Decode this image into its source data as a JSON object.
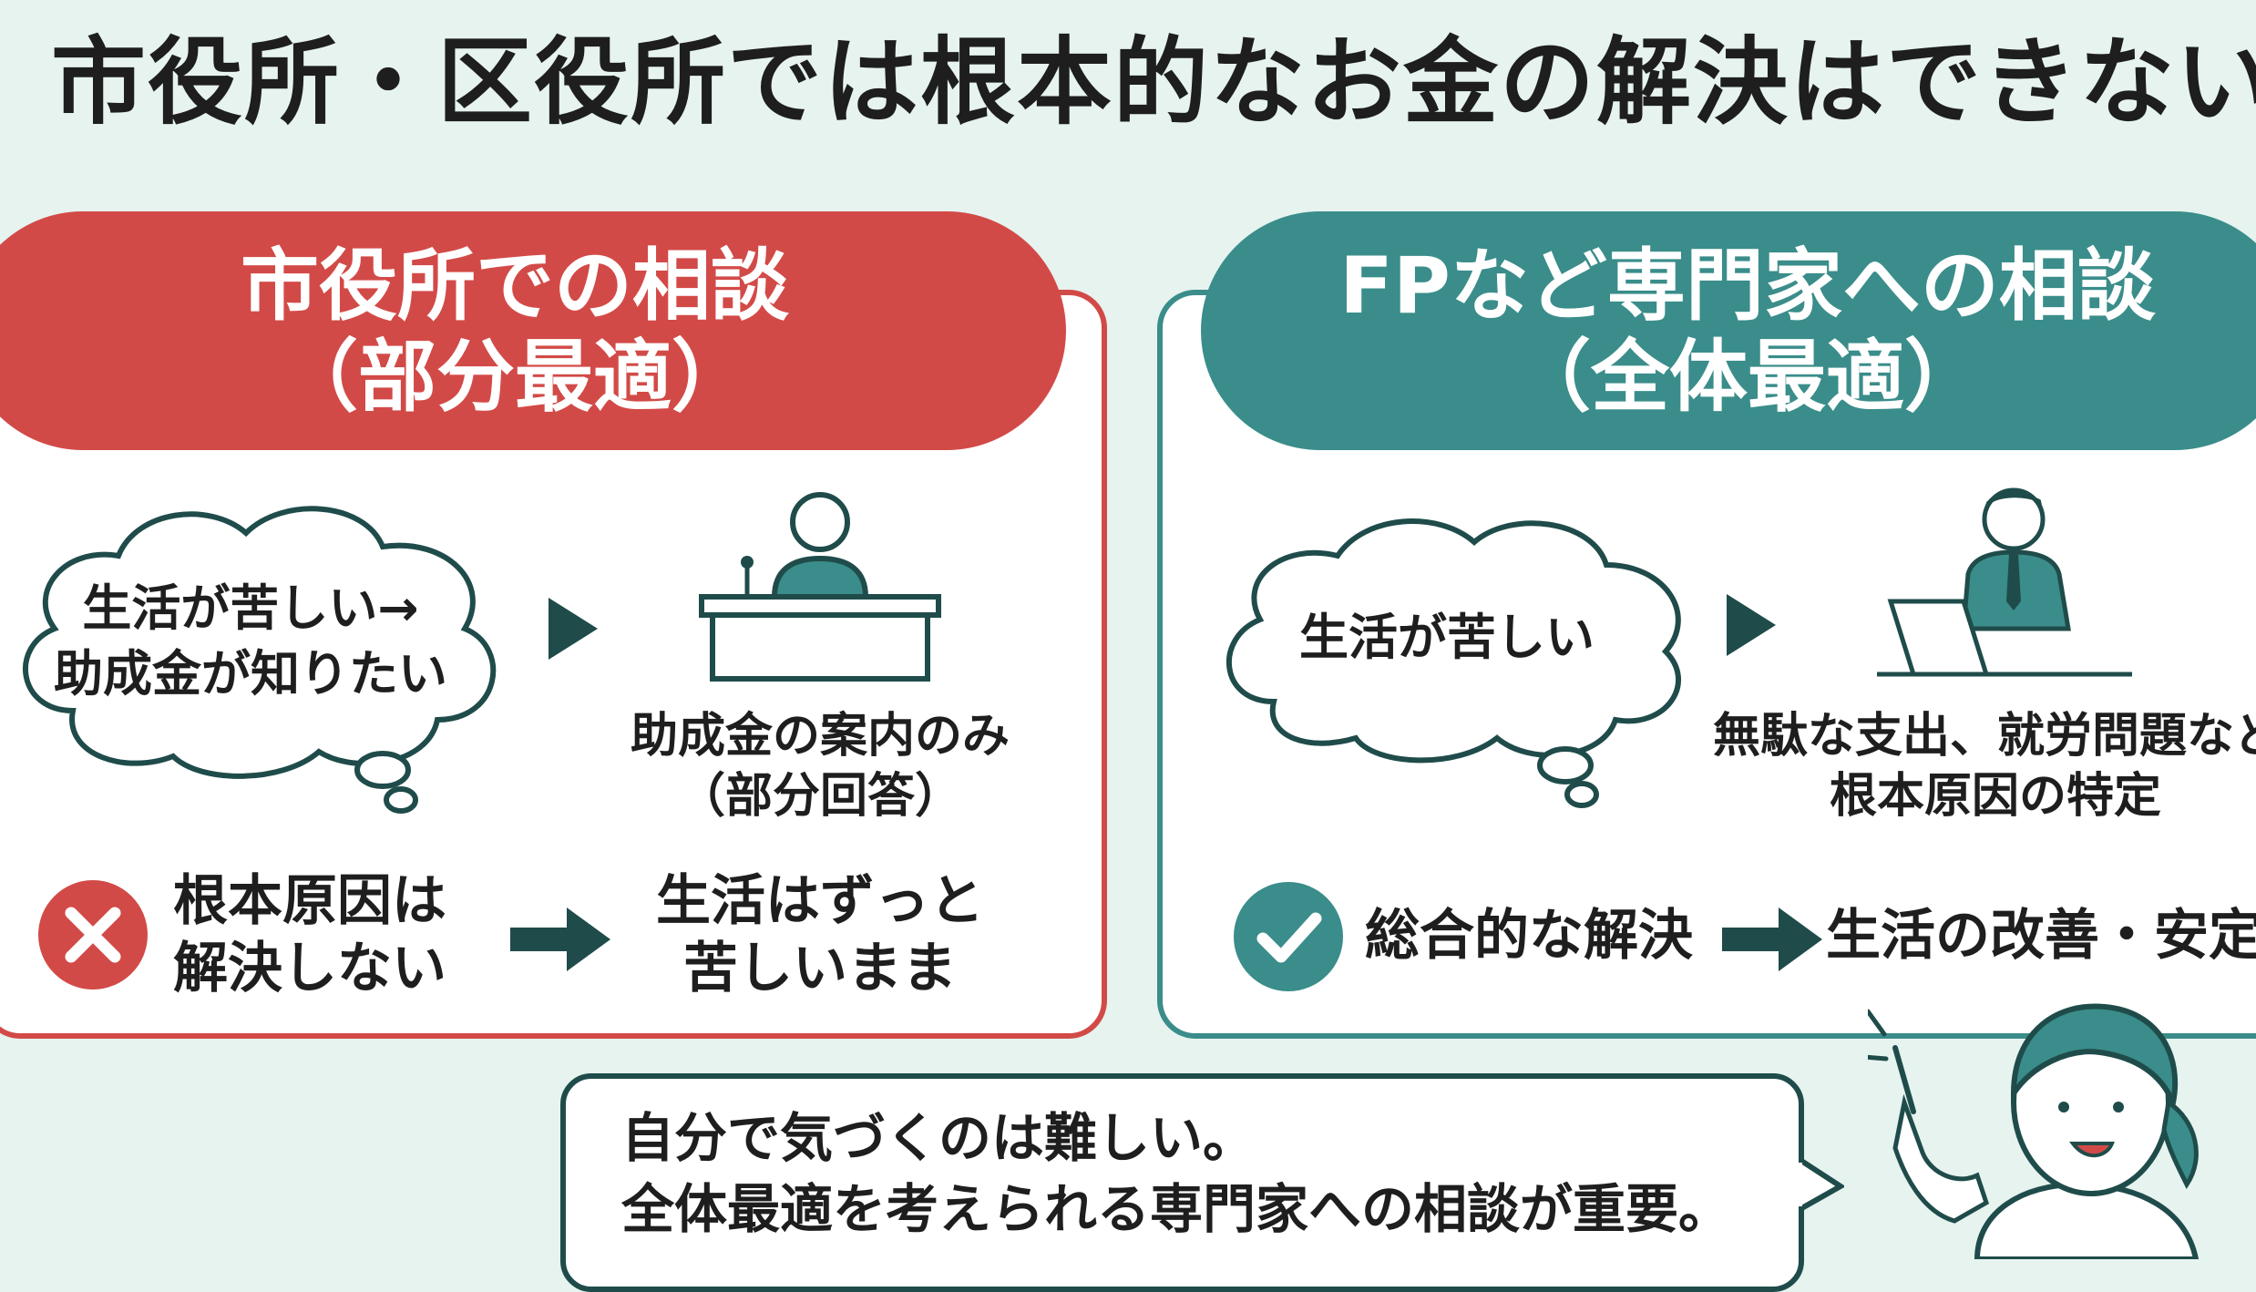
{
  "title": "市役所・区役所では根本的なお金の解決はできない",
  "left": {
    "header_line1": "市役所での相談",
    "header_line2": "（部分最適）",
    "thought_line1": "生活が苦しい→",
    "thought_line2": "助成金が知りたい",
    "caption_line1": "助成金の案内のみ",
    "caption_line2": "（部分回答）",
    "result_line1": "根本原因は",
    "result_line2": "解決しない",
    "outcome_line1": "生活はずっと",
    "outcome_line2": "苦しいまま",
    "icon": "x-icon",
    "color": "#d24a47"
  },
  "right": {
    "header_line1": "FPなど専門家への相談",
    "header_line2": "（全体最適）",
    "thought": "生活が苦しい",
    "caption_line1": "無駄な支出、就労問題など",
    "caption_line2": "根本原因の特定",
    "result": "総合的な解決",
    "outcome": "生活の改善・安定",
    "icon": "check-icon",
    "color": "#3a8d8a"
  },
  "note": {
    "line1": "自分で気づくのは難しい。",
    "line2": "全体最適を考えられる専門家への相談が重要。"
  }
}
